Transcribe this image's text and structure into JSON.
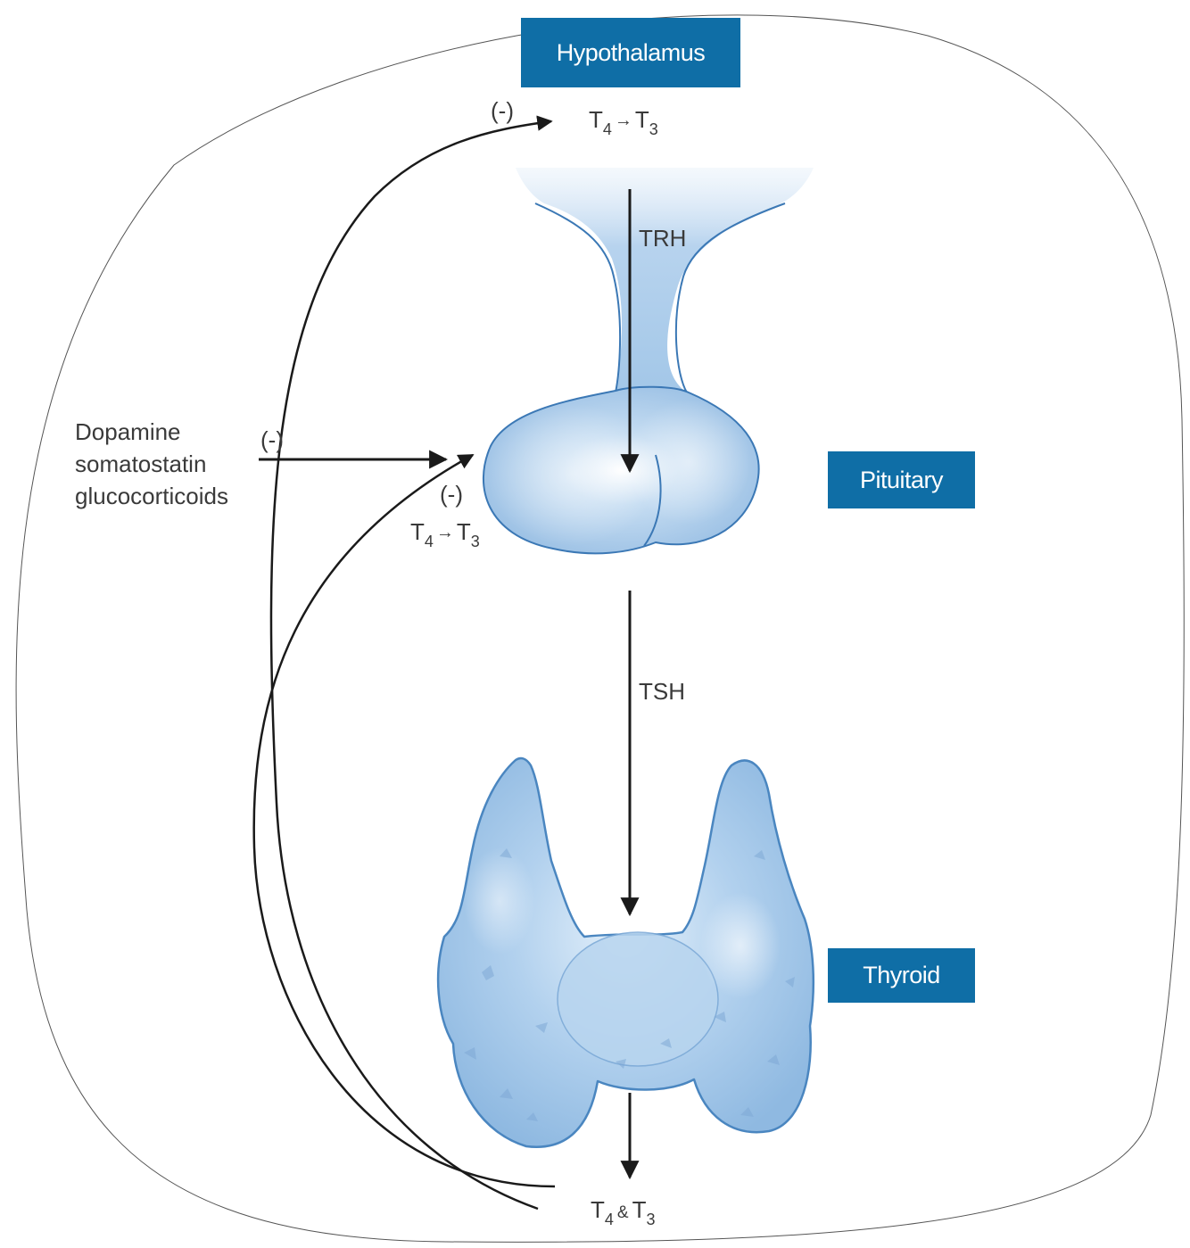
{
  "labels": {
    "hypothalamus": "Hypothalamus",
    "pituitary": "Pituitary",
    "thyroid": "Thyroid"
  },
  "hormones": {
    "trh": "TRH",
    "tsh": "TSH"
  },
  "conversion": {
    "t": "T",
    "four": "4",
    "three": "3",
    "arrow": "→",
    "and": "&"
  },
  "inhibitors": {
    "sign": "(-)",
    "items": [
      "Dopamine",
      "somatostatin",
      "glucocorticoids"
    ]
  },
  "colors": {
    "label_bg": "#0f6ea6",
    "label_text": "#ffffff",
    "organ_fill": "#a9cbe9",
    "organ_outline": "#3b78b5",
    "arrow": "#1a1a1a",
    "text": "#3a3a3a"
  }
}
